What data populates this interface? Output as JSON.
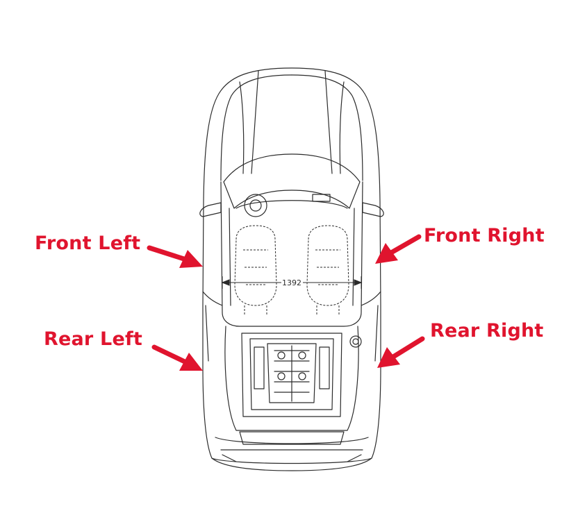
{
  "labels": {
    "front_left": "Front Left",
    "front_right": "Front Right",
    "rear_left": "Rear Left",
    "rear_right": "Rear Right"
  },
  "dimension": "1392",
  "colors": {
    "label": "#e0142e",
    "arrow": "#e0142e",
    "line": "#2b2b2b",
    "background": "#ffffff"
  },
  "icons": {
    "vehicle": "car-top-view-icon",
    "arrow": "arrow-pointer-icon"
  }
}
